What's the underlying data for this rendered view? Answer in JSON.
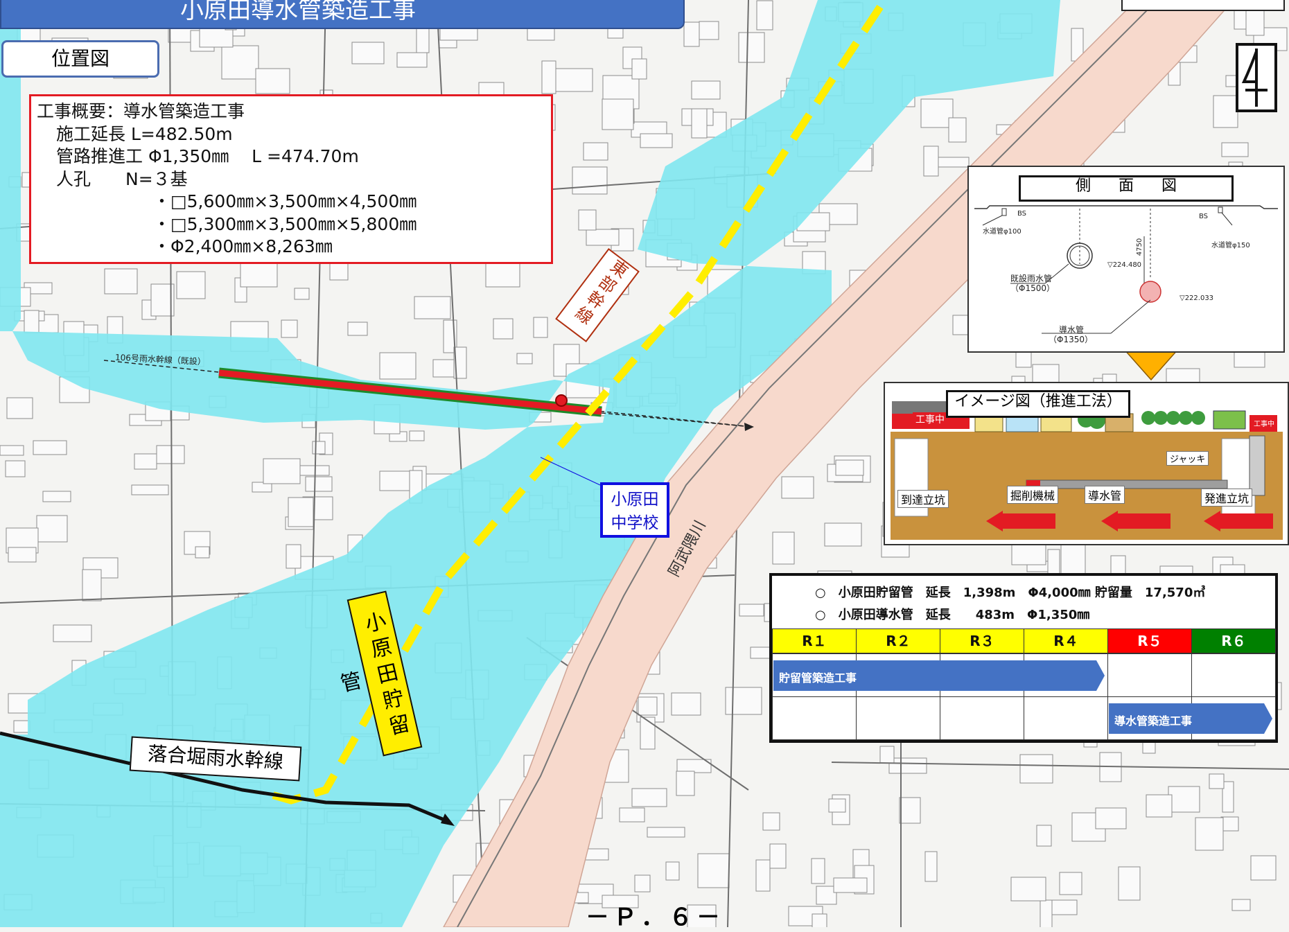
{
  "header": {
    "title": "小原田導水管築造工事",
    "location_label": "位置図"
  },
  "summary": {
    "lines": [
      "工事概要：導水管築造工事",
      "施工延長 L=482.50m",
      "管路推進工 Φ1,350㎜　 L =474.70m",
      "人孔　　N=３基",
      "・□5,600㎜×3,500㎜×4,500㎜",
      "・□5,300㎜×3,500㎜×5,800㎜",
      "・Φ2,400㎜×8,263㎜"
    ]
  },
  "map_labels": {
    "sewer_existing": "106号雨水幹線（既設）",
    "tobu_line": "東部幹線",
    "storage_pipe": "小原田貯留管",
    "school": [
      "小原田",
      "中学校"
    ],
    "ochiai": "落合堀雨水幹線",
    "river": "阿武隈川"
  },
  "section_diagram": {
    "title": "側面図",
    "water_pipe_left": "水道管φ100",
    "water_pipe_right": "水道管φ150",
    "existing_pipe": "既設雨水管",
    "existing_pipe_size": "（Φ1500）",
    "new_pipe": "導水管",
    "new_pipe_size": "（Φ1350）",
    "level_1": "▽224.480",
    "level_2": "▽222.033",
    "depth": "4750",
    "marker_left": "BS",
    "marker_right": "BS"
  },
  "image_diagram": {
    "title": "イメージ図（推進工法）",
    "sign_left": "工事中",
    "sign_right": "工事中",
    "jack": "ジャッキ",
    "arrival_shaft": "到達立坑",
    "machine": "掘削機械",
    "pipe": "導水管",
    "departure_shaft": "発進立坑"
  },
  "schedule": {
    "info": [
      "○　小原田貯留管　延長　1,398m　Φ4,000㎜ 貯留量　17,570㎥",
      "○　小原田導水管　延長　　483m　Φ1,350㎜"
    ],
    "years": [
      "R１",
      "R２",
      "R３",
      "R４",
      "R５",
      "R６"
    ],
    "year_colors": [
      "#ffff00",
      "#ffff00",
      "#ffff00",
      "#ffff00",
      "#ff0000",
      "#008000"
    ],
    "year_text_colors": [
      "#111111",
      "#111111",
      "#111111",
      "#111111",
      "#ffffff",
      "#ffffff"
    ],
    "tasks": [
      {
        "label": "貯留管築造工事",
        "start_index": 0,
        "end_index": 3
      },
      {
        "label": "導水管築造工事",
        "start_index": 4,
        "end_index": 5
      }
    ]
  },
  "footer": {
    "page": "－Ｐ．６－"
  },
  "colors": {
    "flood_area": "#7fe7ef",
    "river_bank": "#f7d9cc",
    "storage_route": "#ffee00",
    "conduit": "#e31b23",
    "summary_border": "#e31b23",
    "title_bg": "#4472c4",
    "school_border": "#1010e0",
    "arrow": "#ffb000"
  }
}
